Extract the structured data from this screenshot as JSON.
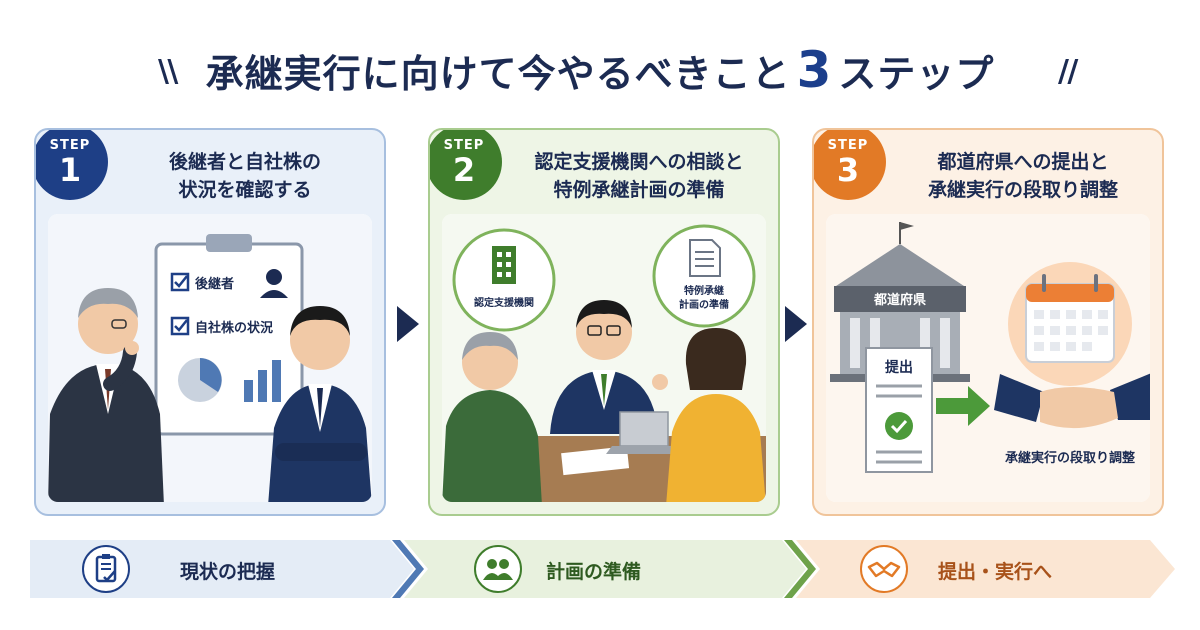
{
  "title": {
    "main": "承継実行に向けて今やるべきこと",
    "number": "3",
    "suffix": "ステップ"
  },
  "steps": [
    {
      "badge_label": "STEP",
      "badge_number": "1",
      "title_line1": "後継者と自社株の",
      "title_line2": "状況を確認する",
      "checklist": [
        "後継者",
        "自社株の状況"
      ]
    },
    {
      "badge_label": "STEP",
      "badge_number": "2",
      "title_line1": "認定支援機関への相談と",
      "title_line2": "特例承継計画の準備",
      "bubble_left": "認定支援機関",
      "bubble_right_line1": "特例承継",
      "bubble_right_line2": "計画の準備"
    },
    {
      "badge_label": "STEP",
      "badge_number": "3",
      "title_line1": "都道府県への提出と",
      "title_line2": "承継実行の段取り調整",
      "building_sign": "都道府県",
      "document_label": "提出",
      "caption": "承継実行の段取り調整"
    }
  ],
  "flow": [
    {
      "label": "現状の把握",
      "icon": "clipboard-check-icon"
    },
    {
      "label": "計画の準備",
      "icon": "people-icon"
    },
    {
      "label": "提出・実行へ",
      "icon": "handshake-icon"
    }
  ],
  "colors": {
    "navy": "#1e3f86",
    "green": "#3f7d2c",
    "orange": "#e27a26"
  }
}
